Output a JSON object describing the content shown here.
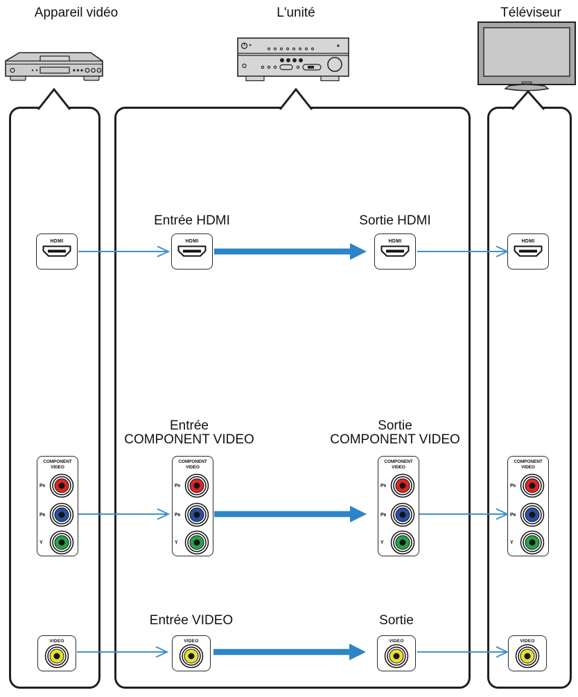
{
  "columns": {
    "device": "Appareil vidéo",
    "unit": "L'unité",
    "tv": "Téléviseur"
  },
  "connections": {
    "hdmi": {
      "input_label": "Entrée HDMI",
      "output_label": "Sortie HDMI"
    },
    "component": {
      "input_label_line1": "Entrée",
      "input_label_line2": "COMPONENT VIDEO",
      "output_label_line1": "Sortie",
      "output_label_line2": "COMPONENT VIDEO"
    },
    "video": {
      "input_label": "Entrée VIDEO",
      "output_label": "Sortie"
    }
  },
  "jacks": {
    "hdmi": "HDMI",
    "component_header_line1": "COMPONENT",
    "component_header_line2": "VIDEO",
    "pr": "P",
    "pr_sub": "R",
    "pb": "P",
    "pb_sub": "B",
    "y": "Y",
    "video": "VIDEO"
  },
  "colors": {
    "arrow_thin": "#4090cc",
    "arrow_thick": "#2b85c8",
    "jack_red": "#dd2525",
    "jack_blue": "#2b4fa6",
    "jack_green": "#27a24a",
    "jack_yellow": "#e9df2e"
  }
}
